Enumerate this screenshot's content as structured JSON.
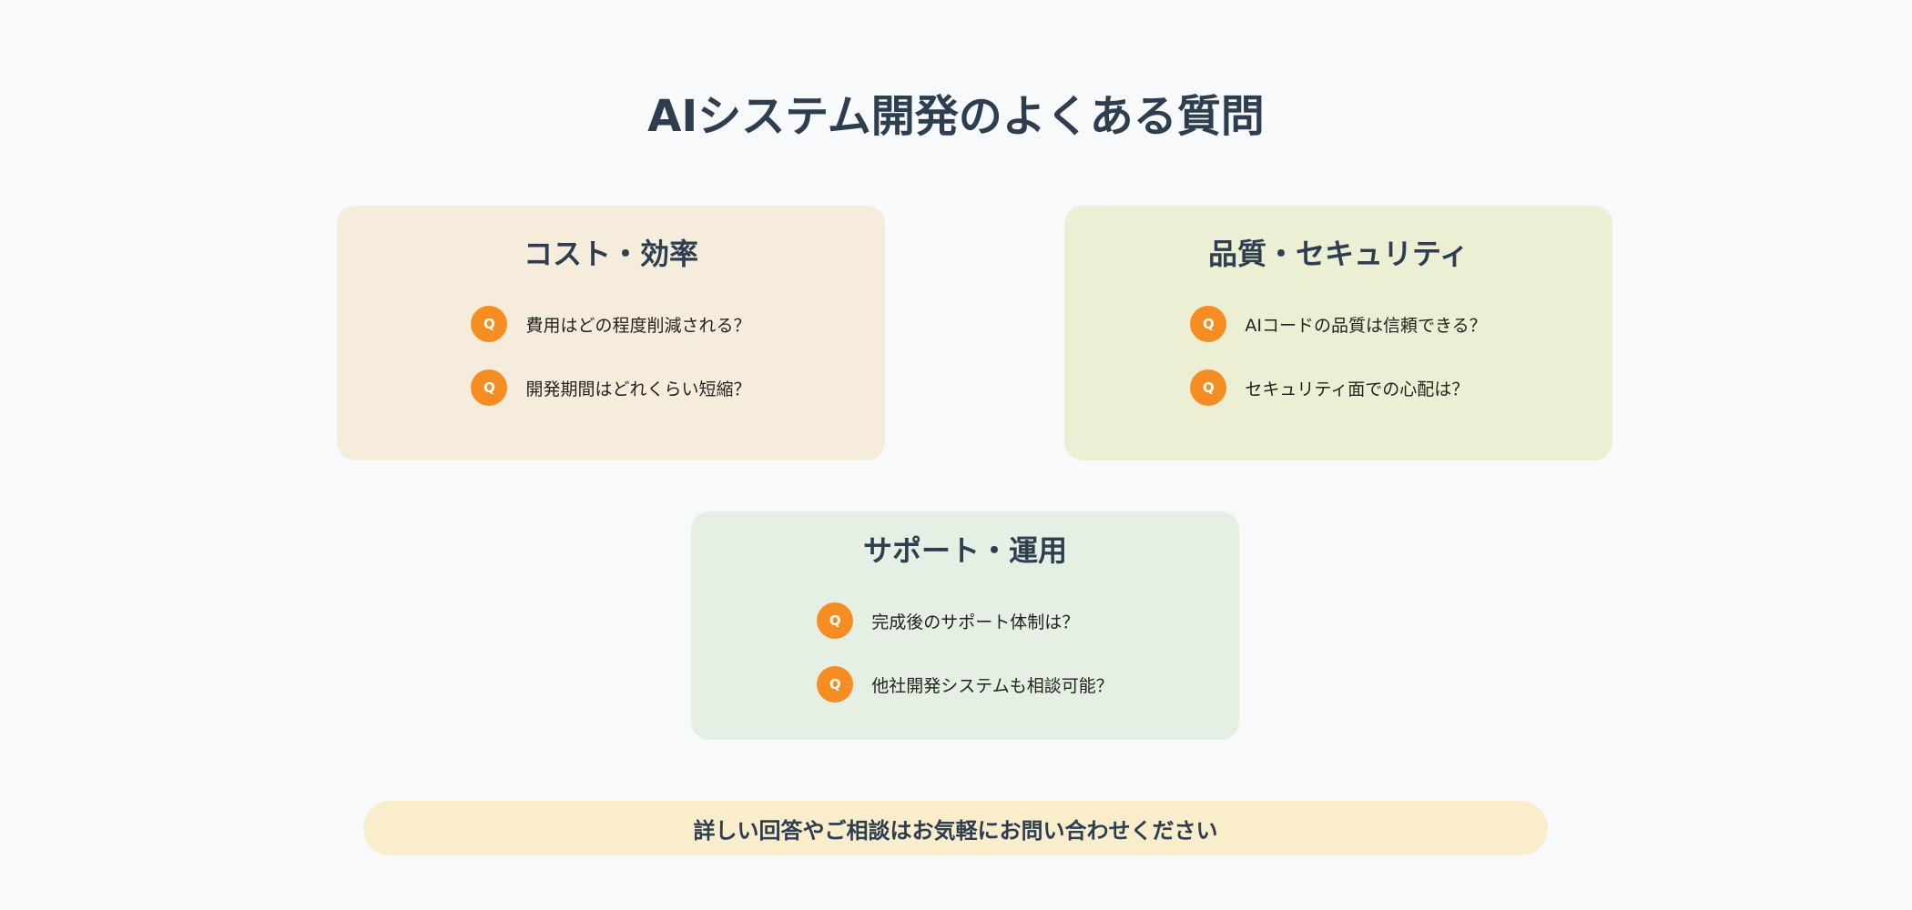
{
  "title": "AIシステム開発のよくある質問",
  "q_badge": "Q",
  "categories": [
    {
      "title": "コスト・効率",
      "color": "#f6ecdc",
      "questions": [
        "費用はどの程度削減される？",
        "開発期間はどれくらい短縮？"
      ]
    },
    {
      "title": "品質・セキュリティ",
      "color": "#ecefd4",
      "questions": [
        "AIコードの品質は信頼できる？",
        "セキュリティ面での心配は？"
      ]
    },
    {
      "title": "サポート・運用",
      "color": "#e6efe4",
      "questions": [
        "完成後のサポート体制は？",
        "他社開発システムも相談可能？"
      ]
    }
  ],
  "cta": "詳しい回答やご相談はお気軽にお問い合わせください",
  "accent": "#f58d23"
}
